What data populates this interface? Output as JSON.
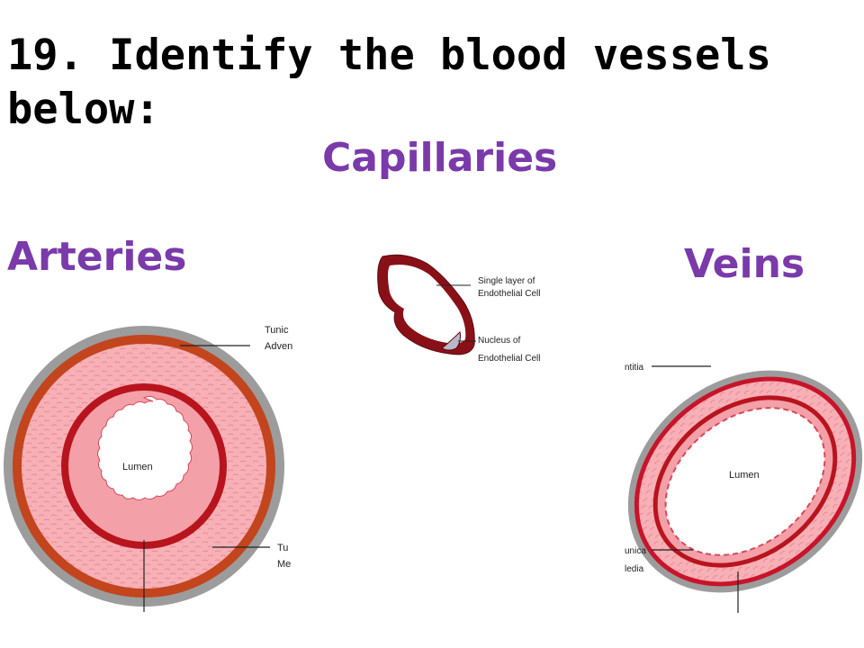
{
  "question": "19. Identify the blood vessels below:",
  "answers": {
    "capillaries": "Capillaries",
    "arteries": "Arteries",
    "veins": "Veins"
  },
  "artery_diagram": {
    "lumen": "Lumen",
    "label_outer_1": "Tunic",
    "label_outer_2": "Adven",
    "label_media_1": "Tu",
    "label_media_2": "Me"
  },
  "capillary_diagram": {
    "label_layer_1": "Single layer of",
    "label_layer_2": "Endothelial Cell",
    "label_nucleus_1": "Nucleus of",
    "label_nucleus_2": "Endothelial Cell"
  },
  "vein_diagram": {
    "lumen": "Lumen",
    "label_outer": "ntitia",
    "label_media_1": "unica",
    "label_media_2": "ledia"
  },
  "colors": {
    "answer_text": "#7a3aaa",
    "adventitia": "#9a9a9a",
    "media_dark": "#c0421c",
    "media_pink": "#f4a0a8",
    "intima_red": "#b8141e"
  }
}
